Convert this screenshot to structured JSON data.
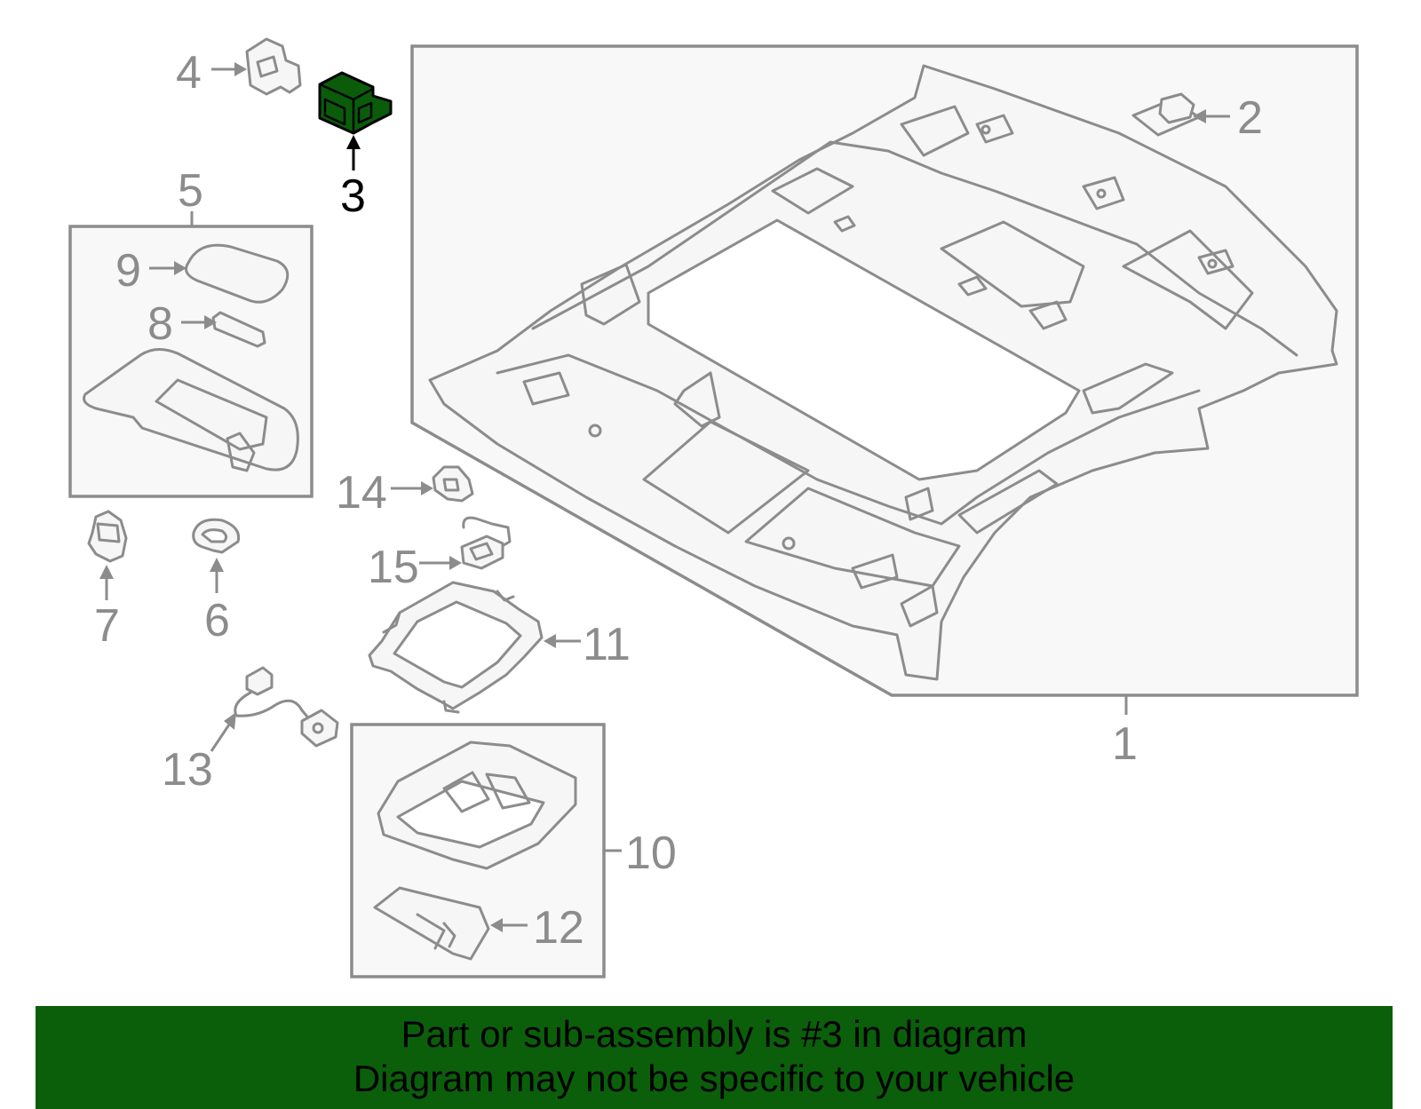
{
  "diagram": {
    "highlight_color": "#0a5c0a",
    "callouts": {
      "c1": "1",
      "c2": "2",
      "c3": "3",
      "c4": "4",
      "c5": "5",
      "c6": "6",
      "c7": "7",
      "c8": "8",
      "c9": "9",
      "c10": "10",
      "c11": "11",
      "c12": "12",
      "c13": "13",
      "c14": "14",
      "c15": "15"
    },
    "highlighted_part": "3"
  },
  "banner": {
    "line1": "Part or sub-assembly is #3 in diagram",
    "line2": "Diagram may not be specific to your vehicle",
    "color": "#0b5f0b"
  }
}
